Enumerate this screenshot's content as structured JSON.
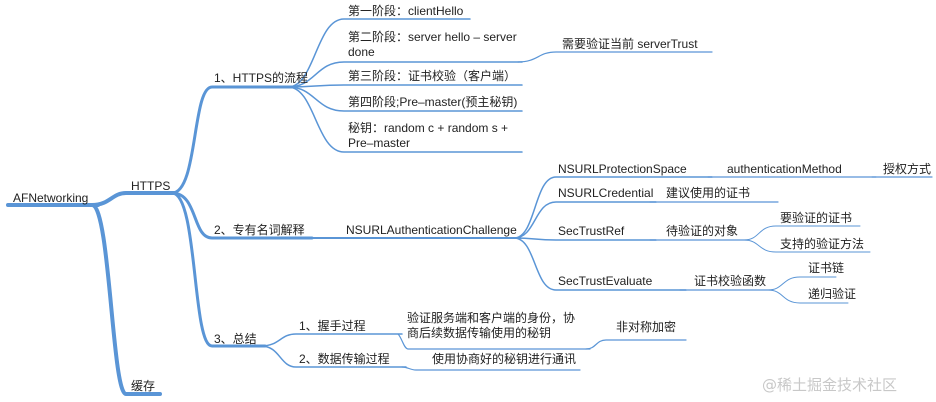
{
  "colors": {
    "branch": "#5a95d6",
    "text": "#222222",
    "watermark": "#c8c8c8",
    "background": "#ffffff"
  },
  "mindmap": {
    "root": "AFNetworking",
    "https": "HTTPS",
    "cache": "缓存",
    "flow": {
      "label": "1、HTTPS的流程",
      "step1": "第一阶段：clientHello",
      "step2": "第二阶段：server hello – server done",
      "step2_note": "需要验证当前 serverTrust",
      "step3": "第三阶段：证书校验（客户端）",
      "step4": "第四阶段;Pre–master(预主秘钥)",
      "secret": "秘钥：random c + random s + Pre–master"
    },
    "terms": {
      "label": "2、专有名词解释",
      "challenge": "NSURLAuthenticationChallenge",
      "protection_space": "NSURLProtectionSpace",
      "auth_method": "authenticationMethod",
      "auth_method_desc": "授权方式",
      "credential": "NSURLCredential",
      "credential_desc": "建议使用的证书",
      "sectrust": "SecTrustRef",
      "sectrust_desc": "待验证的对象",
      "sectrust_cert": "要验证的证书",
      "sectrust_methods": "支持的验证方法",
      "evaluate": "SecTrustEvaluate",
      "evaluate_desc": "证书校验函数",
      "evaluate_chain": "证书链",
      "evaluate_recursive": "递归验证"
    },
    "summary": {
      "label": "3、总结",
      "handshake": "1、握手过程",
      "handshake_desc": "验证服务端和客户端的身份，协商后续数据传输使用的秘钥",
      "asymmetric": "非对称加密",
      "transfer": "2、数据传输过程",
      "transfer_desc": "使用协商好的秘钥进行通讯"
    }
  },
  "watermark": "@稀土掘金技术社区"
}
